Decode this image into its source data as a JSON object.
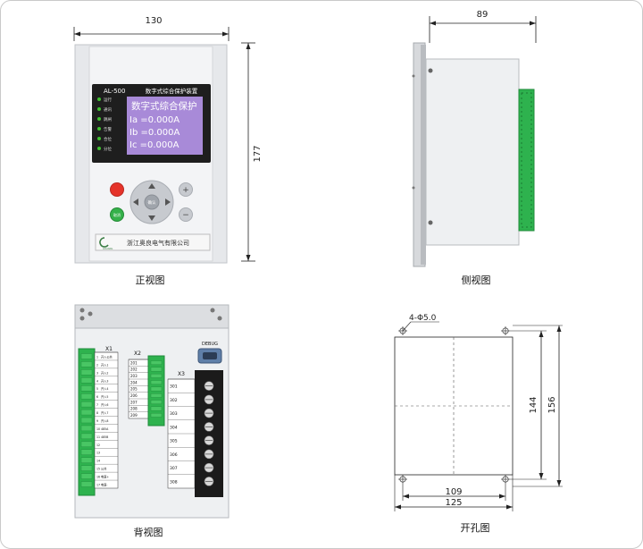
{
  "colors": {
    "lcd": "#a88ad8",
    "lcd_text": "#ffffff",
    "terminal_green": "#2eb24e",
    "terminal_black": "#1b1b1b",
    "panel": "#e9ebee",
    "led": "#3fbf2f",
    "btn_red": "#e5332a",
    "btn_green": "#35b14a"
  },
  "front": {
    "caption": "正视图",
    "width_dim": "130",
    "height_dim": "177",
    "model": "AL-500",
    "device_title": "数字式综合保护装置",
    "led_labels": [
      "运行",
      "通讯",
      "跳闸",
      "告警",
      "合位",
      "分位"
    ],
    "lcd_lines": [
      "数字式综合保护",
      "Ia =0.000A",
      "Ib =0.000A",
      "Ic =0.000A"
    ],
    "center_key": "确认",
    "green_key": "取消",
    "company": "浙江奥良电气有限公司",
    "logo_text": "AOLIANG"
  },
  "side": {
    "caption": "侧视图",
    "depth_dim": "89"
  },
  "back": {
    "caption": "背视图",
    "x1_label": "X1",
    "x2_label": "X2",
    "x3_label": "X3",
    "debug_label": "DEBUG",
    "x1_rows": [
      "开入公共",
      "开入1",
      "开入2",
      "开入3",
      "开入4",
      "开入5",
      "开入6",
      "开入7",
      "开入8",
      "485A",
      "485B",
      "",
      "",
      "",
      "公共",
      "电源+",
      "电源-"
    ],
    "x2_rows": [
      "201",
      "202",
      "203",
      "204",
      "205",
      "206",
      "207",
      "208",
      "209"
    ],
    "x3_rows": [
      "301",
      "302",
      "303",
      "304",
      "305",
      "306",
      "307",
      "308"
    ]
  },
  "cutout": {
    "caption": "开孔图",
    "hole_note": "4-Φ5.0",
    "dim_109": "109",
    "dim_125": "125",
    "dim_144": "144",
    "dim_156": "156"
  }
}
